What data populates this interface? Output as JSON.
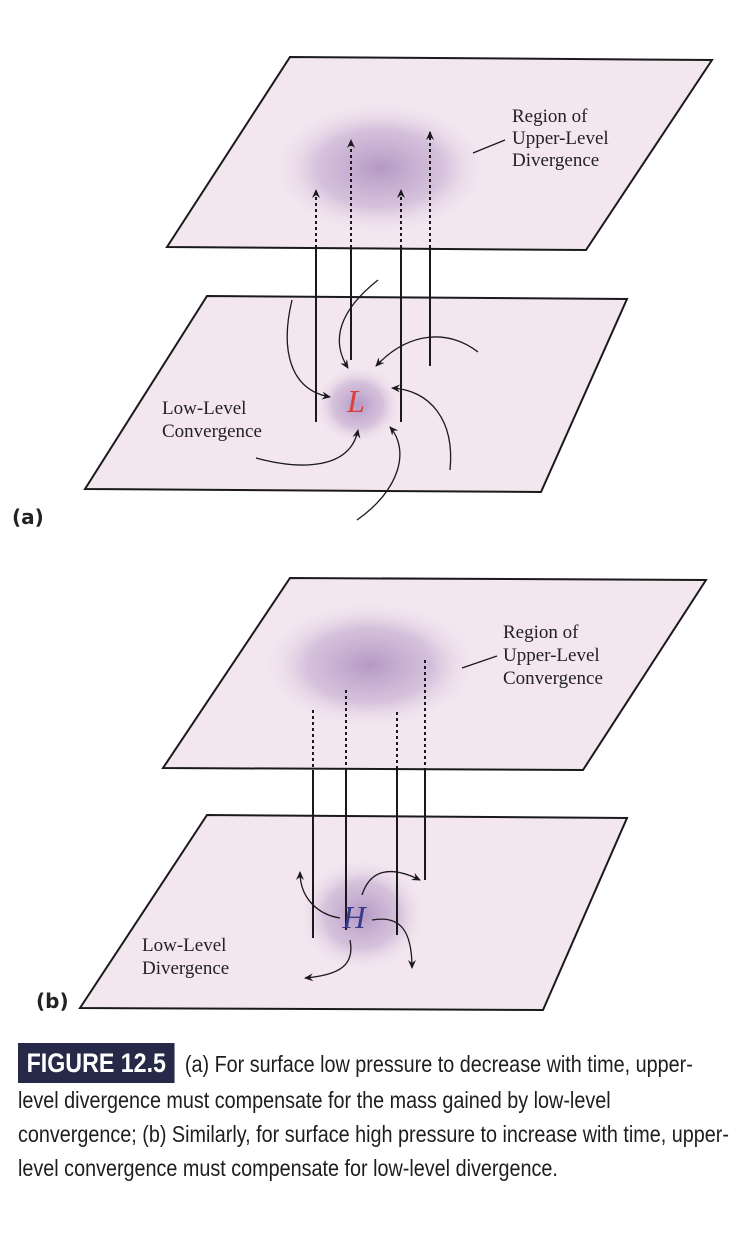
{
  "panel_a": {
    "label": "(a)",
    "upper_label": [
      "Region of",
      "Upper-Level",
      "Divergence"
    ],
    "lower_label": [
      "Low-Level",
      "Convergence"
    ],
    "center_symbol": "L",
    "center_color": "#d9403a"
  },
  "panel_b": {
    "label": "(b)",
    "upper_label": [
      "Region of",
      "Upper-Level",
      "Convergence"
    ],
    "lower_label": [
      "Low-Level",
      "Divergence"
    ],
    "center_symbol": "H",
    "center_color": "#3a3a8a"
  },
  "caption": {
    "tag": "FIGURE 12.5",
    "text": "(a) For surface low pressure to decrease with time, upper-level divergence must compensate for the mass gained by low-level convergence; (b) Similarly, for surface high pressure to increase with time, upper-level convergence must compensate for low-level divergence."
  }
}
